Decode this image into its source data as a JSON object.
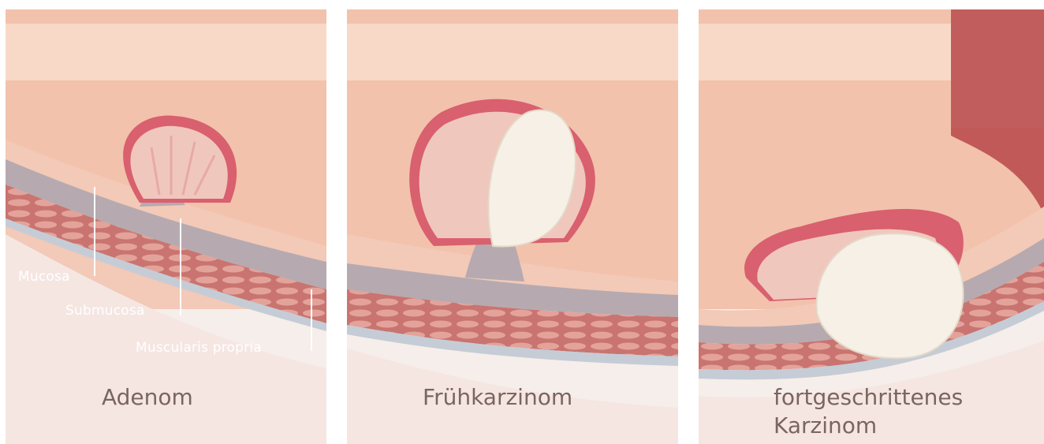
{
  "panels": [
    {
      "stage": "Adenom"
    },
    {
      "stage": "Frühkarzinom"
    },
    {
      "stage": "fortgeschrittenes Karzinom",
      "stage_line1": "fortgeschrittenes",
      "stage_line2": "Karzinom"
    }
  ],
  "layer_labels": {
    "mucosa": "Mucosa",
    "submucosa": "Submucosa",
    "muscularis": "Muscularis propria"
  },
  "colors": {
    "background": "#f5ede9",
    "lumen": "#f2c2ac",
    "arrow": "#f7d7c6",
    "mucosa": "#f3c9b7",
    "submucosa": "#b6aab0",
    "muscle": "#c56b6a",
    "serosa": "#c5ccd6",
    "polyp_rim": "#d9606e",
    "carcinoma": "#f6f0e6",
    "label_text": "#7a6560"
  },
  "icons": [
    "adenoma-illustration",
    "early-carcinoma-illustration",
    "advanced-carcinoma-illustration"
  ]
}
